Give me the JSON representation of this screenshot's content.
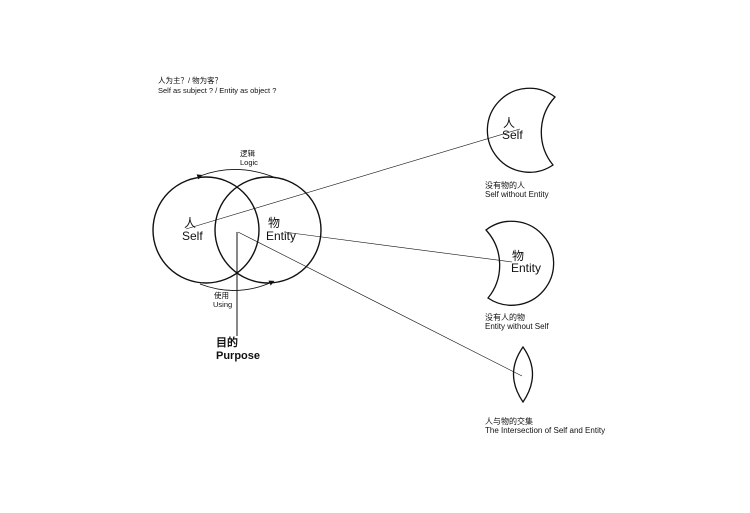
{
  "question": {
    "zh": "人为主？/ 物为客？",
    "en": "Self as subject ? / Entity as object ?"
  },
  "venn": {
    "self": {
      "zh": "人",
      "en": "Self"
    },
    "entity": {
      "zh": "物",
      "en": "Entity"
    },
    "logic": {
      "zh": "逻辑",
      "en": "Logic"
    },
    "using": {
      "zh": "使用",
      "en": "Using"
    },
    "purpose": {
      "zh": "目的",
      "en": "Purpose"
    }
  },
  "results": {
    "self_only": {
      "shape_zh": "人",
      "shape_en": "Self",
      "caption_zh": "没有物的人",
      "caption_en": "Self without Entity"
    },
    "entity_only": {
      "shape_zh": "物",
      "shape_en": "Entity",
      "caption_zh": "没有人的物",
      "caption_en": "Entity without Self"
    },
    "intersection": {
      "caption_zh": "人与物的交集",
      "caption_en": "The Intersection of Self and Entity"
    }
  },
  "colors": {
    "stroke": "#111111",
    "background": "#ffffff",
    "text": "#111111"
  }
}
